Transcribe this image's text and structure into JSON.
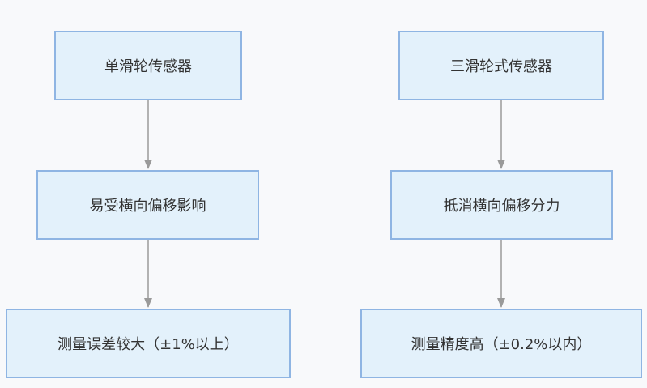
{
  "diagram": {
    "left_column": {
      "step1": "单滑轮传感器",
      "step2": "易受横向偏移影响",
      "step3": "测量误差较大（±1%以上）"
    },
    "right_column": {
      "step1": "三滑轮式传感器",
      "step2": "抵消横向偏移分力",
      "step3": "测量精度高（±0.2%以内）"
    }
  },
  "colors": {
    "node_fill": "#e3f1fb",
    "node_border": "#8fb5e3",
    "edge": "#9a9a9a",
    "text": "#333333",
    "background": "#f8f9fb"
  }
}
